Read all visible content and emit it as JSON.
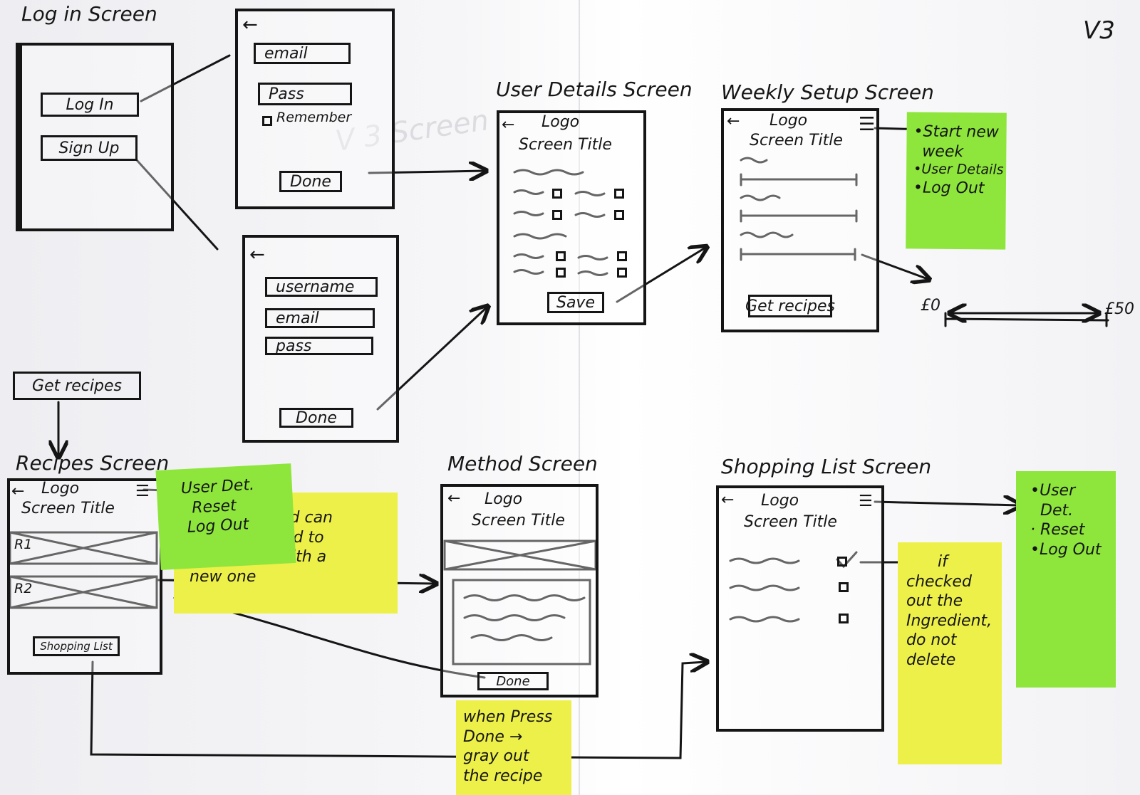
{
  "version": "V3",
  "ghost_text": "V 3 Screen",
  "login": {
    "title": "Log in Screen",
    "log_in": "Log In",
    "sign_up": "Sign Up"
  },
  "login_form": {
    "email": "email",
    "pass": "Pass",
    "remember": "Remember",
    "done": "Done"
  },
  "signup_form": {
    "username": "username",
    "email": "email",
    "pass": "pass",
    "done": "Done"
  },
  "user_details": {
    "title": "User Details Screen",
    "logo": "Logo",
    "screen_title": "Screen Title",
    "save": "Save"
  },
  "weekly_setup": {
    "title": "Weekly Setup Screen",
    "logo": "Logo",
    "screen_title": "Screen Title",
    "get_recipes": "Get recipes",
    "range_min": "£0",
    "range_max": "£50"
  },
  "weekly_menu_note": {
    "line1": "•Start new",
    "line2": "week",
    "line3": "•User Details",
    "line4": "•Log Out"
  },
  "get_recipes_label": "Get recipes",
  "recipes": {
    "title": "Recipes Screen",
    "logo": "Logo",
    "screen_title": "Screen Title",
    "r1": "R1",
    "r2": "R2",
    "shopping_list": "Shopping List"
  },
  "recipes_menu_note": {
    "line1": "User Det.",
    "line2": "Reset",
    "line3": "Log Out"
  },
  "swap_note": {
    "line1": "…ard can",
    "line2": "…ped to",
    "line3": "… with a",
    "line4": "new one"
  },
  "method": {
    "title": "Method Screen",
    "logo": "Logo",
    "screen_title": "Screen Title",
    "done": "Done"
  },
  "method_note": {
    "line1": "when Press",
    "line2": "Done →",
    "line3": "gray out",
    "line4": "the recipe"
  },
  "shopping": {
    "title": "Shopping List Screen",
    "logo": "Logo",
    "screen_title": "Screen Title"
  },
  "check_note": {
    "line1": "if",
    "line2": "checked",
    "line3": "out the",
    "line4": "Ingredient,",
    "line5": "do not",
    "line6": "delete"
  },
  "shopping_menu_note": {
    "line1": "•User",
    "line2": "Det.",
    "line3": "· Reset",
    "line4": "•Log Out"
  },
  "colors": {
    "ink": "#151515",
    "green_note": "#8ee63c",
    "yellow_note": "#eef04a",
    "paper": "#f6f6f8"
  }
}
